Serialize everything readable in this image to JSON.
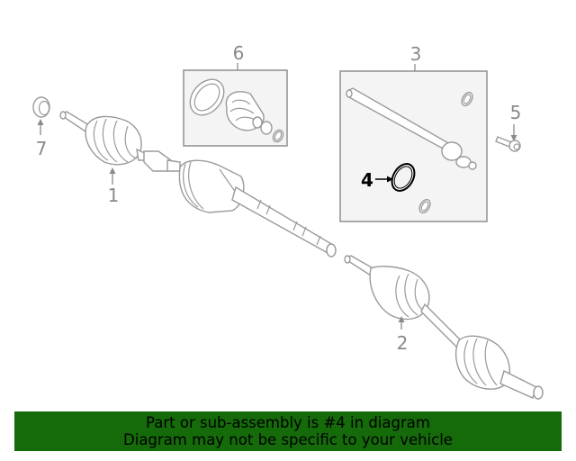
{
  "diagram": {
    "callouts": [
      {
        "id": "1",
        "label": "1"
      },
      {
        "id": "2",
        "label": "2"
      },
      {
        "id": "3",
        "label": "3"
      },
      {
        "id": "4",
        "label": "4",
        "highlighted": true
      },
      {
        "id": "5",
        "label": "5"
      },
      {
        "id": "6",
        "label": "6"
      },
      {
        "id": "7",
        "label": "7"
      }
    ],
    "highlight_color": "#000000",
    "line_color": "#9a9a9a"
  },
  "banner": {
    "line1": "Part or sub-assembly is #4 in diagram",
    "line2": "Diagram may not be specific to your vehicle",
    "background": "#156a0a"
  }
}
